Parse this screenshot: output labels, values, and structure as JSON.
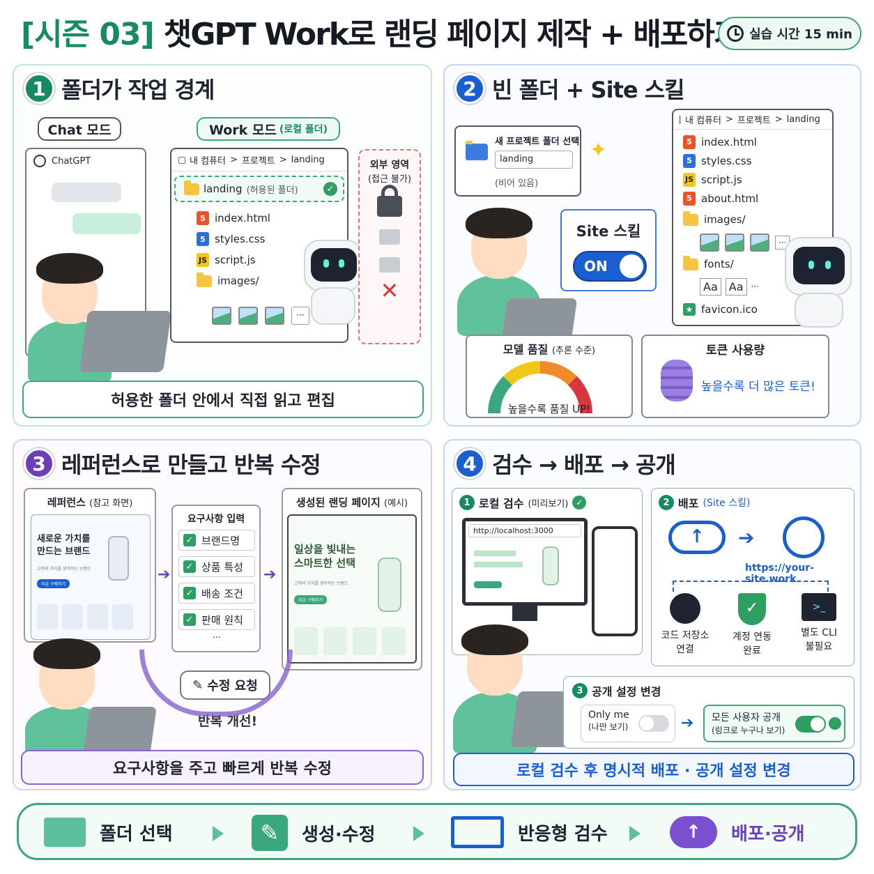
{
  "header": {
    "season": "[시즌 03]",
    "title": "챗GPT Work로 랜딩 페이지 제작 + 배포하기",
    "time_badge": "실습 시간 15 min"
  },
  "panel1": {
    "num": "1",
    "title": "폴더가 작업 경계",
    "chat_mode": "Chat 모드",
    "work_mode": "Work 모드",
    "work_mode_sub": "(로컬 폴더)",
    "chatgpt_label": "ChatGPT",
    "breadcrumb": [
      "내 컴퓨터",
      ">",
      "프로젝트",
      ">",
      "landing"
    ],
    "folder_name": "landing",
    "folder_sub": "(허용된 폴더)",
    "files": [
      "index.html",
      "styles.css",
      "script.js",
      "images/"
    ],
    "outside_title": "외부 영역",
    "outside_sub": "(접근 불가)",
    "caption": "허용한 폴더 안에서 직접 읽고 편집"
  },
  "panel2": {
    "num": "2",
    "title": "빈 폴더 + Site 스킬",
    "new_folder_title": "새 프로젝트 폴더 선택",
    "folder_input": "landing",
    "folder_empty": "(비어 있음)",
    "site_skill": "Site 스킬",
    "toggle": "ON",
    "breadcrumb": [
      "내 컴퓨터",
      ">",
      "프로젝트",
      ">",
      "landing"
    ],
    "files": [
      "index.html",
      "styles.css",
      "script.js",
      "about.html",
      "images/",
      "fonts/",
      "favicon.ico"
    ],
    "font_samples": [
      "Aa",
      "Aa",
      "···"
    ],
    "more": "···",
    "quality_title": "모델 품질",
    "quality_sub": "(추론 수준)",
    "quality_caption": "높을수록 품질 UP!",
    "token_title": "토큰 사용량",
    "token_caption": "높을수록 더 많은 토큰!"
  },
  "panel3": {
    "num": "3",
    "title": "레퍼런스로 만들고 반복 수정",
    "ref_title": "레퍼런스",
    "ref_sub": "(참고 화면)",
    "ref_heading": "새로운 가치를 만드는 브랜드",
    "ref_small": "고객의 가치를 생각하는 브랜드",
    "ref_btn": "지금 구매하기",
    "req_title": "요구사항 입력",
    "req_items": [
      "브랜드명",
      "상품 특성",
      "배송 조건",
      "판매 원칙"
    ],
    "req_more": "...",
    "gen_title": "생성된 랜딩 페이지",
    "gen_sub": "(예시)",
    "gen_heading": "일상을 빛내는 스마트한 선택",
    "gen_small": "고객의 가치를 생각하는 브랜드",
    "gen_btn": "지금 구매하기",
    "edit_request": "수정 요청",
    "iterate": "반복 개선!",
    "caption": "요구사항을 주고 빠르게 반복 수정"
  },
  "panel4": {
    "num": "4",
    "title": "검수 → 배포 → 공개",
    "step1_num": "1",
    "step1": "로컬 검수",
    "step1_sub": "(미리보기)",
    "url": "http://localhost:3000",
    "step2_num": "2",
    "step2": "배포",
    "step2_sub": "(Site 스킬)",
    "site_url": "https://your-site.work",
    "deploy_items": [
      {
        "label": "코드 저장소",
        "label2": "연결"
      },
      {
        "label": "계정 연동",
        "label2": "완료"
      },
      {
        "label": "별도 CLI",
        "label2": "불필요"
      }
    ],
    "step3_num": "3",
    "step3": "공개 설정 변경",
    "only_me": "Only me",
    "only_me_sub": "(나만 보기)",
    "public": "모든 사용자 공개",
    "public_sub": "(링크로 누구나 보기)",
    "caption": "로컬 검수 후 명시적 배포 · 공개 설정 변경"
  },
  "flow": [
    {
      "label": "폴더 선택"
    },
    {
      "label": "생성·수정"
    },
    {
      "label": "반응형 검수"
    },
    {
      "label": "배포·공개"
    }
  ],
  "colors": {
    "green": "#2e9e63",
    "blue": "#1a5fd0",
    "purple": "#6b3fb8",
    "teal": "#18866a"
  }
}
